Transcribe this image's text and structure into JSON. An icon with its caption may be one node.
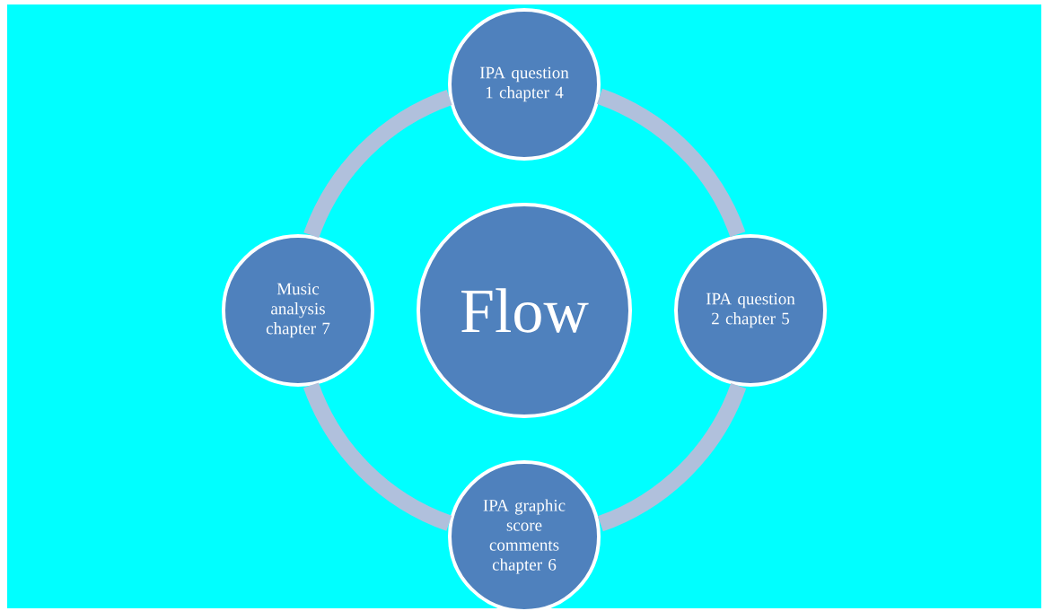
{
  "diagram": {
    "nodes": [
      {
        "text": [
          "Flow"
        ]
      },
      {
        "text": [
          "IPA question 1 chapter 4"
        ]
      },
      {
        "text": [
          "IPA question 2 chapter 5"
        ]
      },
      {
        "text": [
          "IPA graphic score comments chapter 6"
        ]
      },
      {
        "text": [
          "Music analysis chapter 7"
        ]
      }
    ],
    "edges": [
      {
        "from": 1,
        "to": 2,
        "arrow": "none"
      },
      {
        "from": 2,
        "to": 3,
        "arrow": "none"
      },
      {
        "from": 3,
        "to": 4,
        "arrow": "none"
      },
      {
        "from": 4,
        "to": 1,
        "arrow": "none"
      }
    ]
  }
}
